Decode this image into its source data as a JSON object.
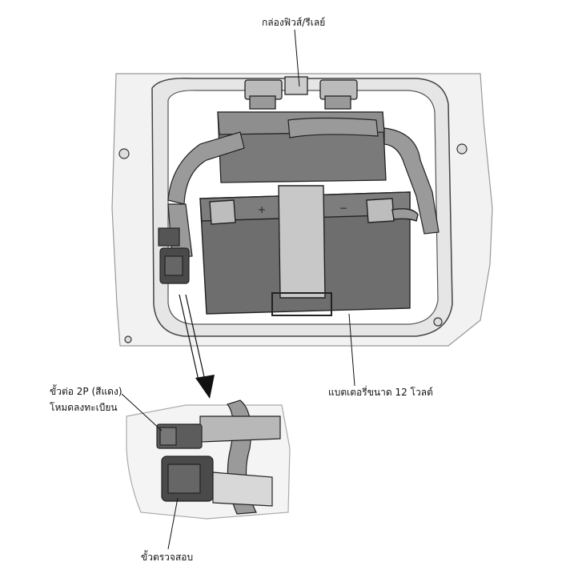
{
  "labels": {
    "fuse_box": "กล่องฟิวส์/รีเลย์",
    "battery": "แบตเตอรี่ขนาด 12 โวลต์",
    "connector_line1": "ขั้วต่อ 2P (สีแดง)",
    "connector_line2": "โหมดลงทะเบียน",
    "test_terminal": "ขั้วตรวจสอบ"
  }
}
